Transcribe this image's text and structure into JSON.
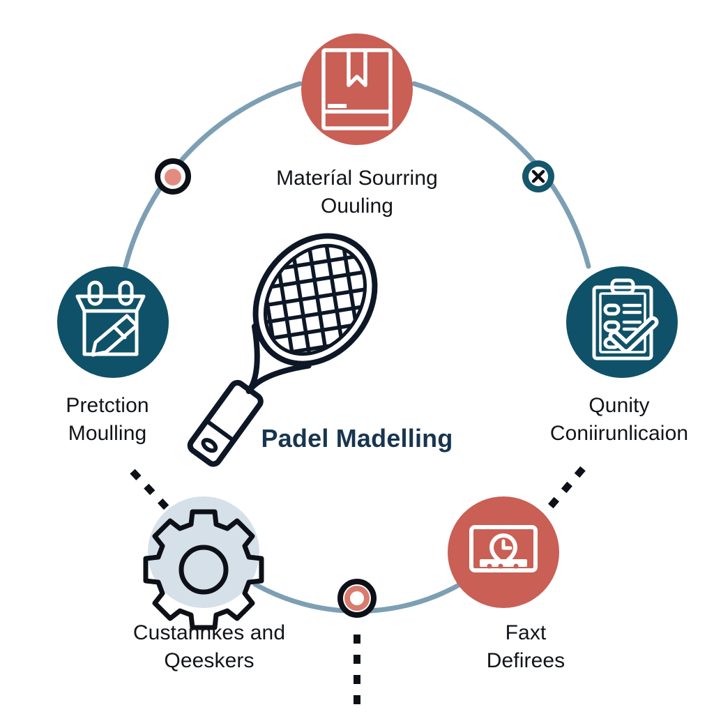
{
  "diagram": {
    "title": "Padel Madelling",
    "type": "circular-process-diagram",
    "center": {
      "label": "Padel Madelling",
      "icon": "tennis-racket-icon",
      "color": "#17354f"
    },
    "colors": {
      "terracotta": "#c95f55",
      "teal": "#0f5168",
      "pale_blue": "#d6e0e8",
      "arc_blue": "#7d9fb4",
      "dash_black": "#0d1117",
      "navy_text": "#17354f",
      "body_text": "#111418",
      "background": "#ffffff"
    },
    "nodes": [
      {
        "id": "material-sourcing",
        "label": "Materíal Sourring\nOuuling",
        "icon": "book-box-bookmark-icon",
        "circle_color": "#c95f55",
        "icon_color": "#ffffff",
        "position": "top"
      },
      {
        "id": "production-moulding",
        "label": "Pretction\nMoulling",
        "icon": "mould-pen-icon",
        "circle_color": "#0f5168",
        "icon_color": "#ffffff",
        "position": "left"
      },
      {
        "id": "quality-control",
        "label": "Qunity\nConiirunlicaion",
        "icon": "clipboard-check-icon",
        "circle_color": "#0f5168",
        "icon_color": "#ffffff",
        "position": "right"
      },
      {
        "id": "customization",
        "label": "Custannkes and\nQeeskers",
        "icon": "gear-icon",
        "circle_color": "#d6e0e8",
        "icon_color": "#0d1117",
        "position": "bottom-left"
      },
      {
        "id": "fast-delivery",
        "label": "Faxt\nDefirees",
        "icon": "screen-clock-truck-icon",
        "circle_color": "#c95f55",
        "icon_color": "#ffffff",
        "position": "bottom-right"
      }
    ],
    "connectors": [
      {
        "id": "arc-top-left",
        "style": "solid",
        "color": "#7d9fb4",
        "marker": "ring-salmon-marker"
      },
      {
        "id": "arc-top-right",
        "style": "solid",
        "color": "#7d9fb4",
        "marker": "teal-x-marker"
      },
      {
        "id": "arc-bottom",
        "style": "solid",
        "color": "#7d9fb4",
        "marker": "ring-target-marker"
      },
      {
        "id": "dash-left",
        "style": "dashed",
        "color": "#0d1117"
      },
      {
        "id": "dash-right",
        "style": "dashed",
        "color": "#0d1117"
      },
      {
        "id": "dash-bottom",
        "style": "dashed",
        "color": "#0d1117"
      }
    ],
    "markers": [
      {
        "id": "marker-upper-left",
        "glyph": "ring-salmon"
      },
      {
        "id": "marker-upper-right",
        "glyph": "x-mark"
      },
      {
        "id": "marker-bottom-center",
        "glyph": "ring-target"
      }
    ]
  }
}
